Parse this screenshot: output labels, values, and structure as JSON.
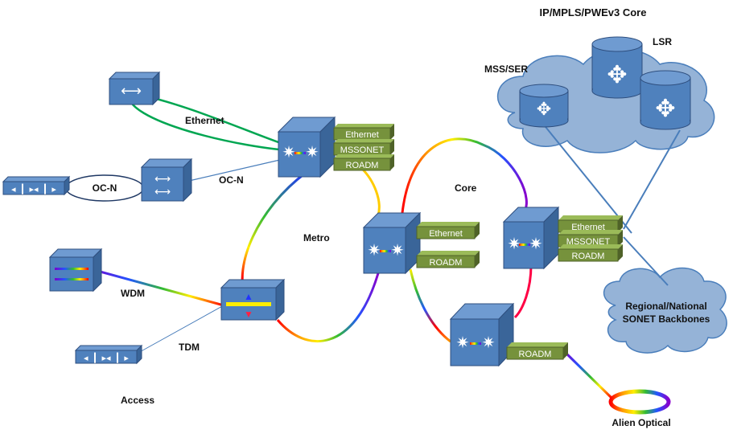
{
  "diagram": {
    "title": "IP/MPLS/PWEv3 Core",
    "labels": {
      "ethernet_link": "Ethernet",
      "ocn_ring": "OC-N",
      "ocn_link": "OC-N",
      "metro": "Metro",
      "core": "Core",
      "wdm": "WDM",
      "tdm": "TDM",
      "access": "Access",
      "mss_ser": "MSS/SER",
      "lsr": "LSR",
      "regional_line1": "Regional/National",
      "regional_line2": "SONET Backbones",
      "alien_optical": "Alien Optical"
    },
    "modules": {
      "metro_top": [
        "Ethernet",
        "MSSONET",
        "ROADM"
      ],
      "center": [
        "Ethernet",
        "ROADM"
      ],
      "core_right": [
        "Ethernet",
        "MSSONET",
        "ROADM"
      ],
      "bottom": [
        "ROADM"
      ]
    },
    "colors": {
      "device_face": "#4f81bd",
      "device_top": "#6f9bd1",
      "device_side": "#3a6599",
      "module_green": "#76923c",
      "cloud_fill": "#95b3d7",
      "link_green": "#00a651",
      "link_blue": "#4a7ebb"
    }
  }
}
